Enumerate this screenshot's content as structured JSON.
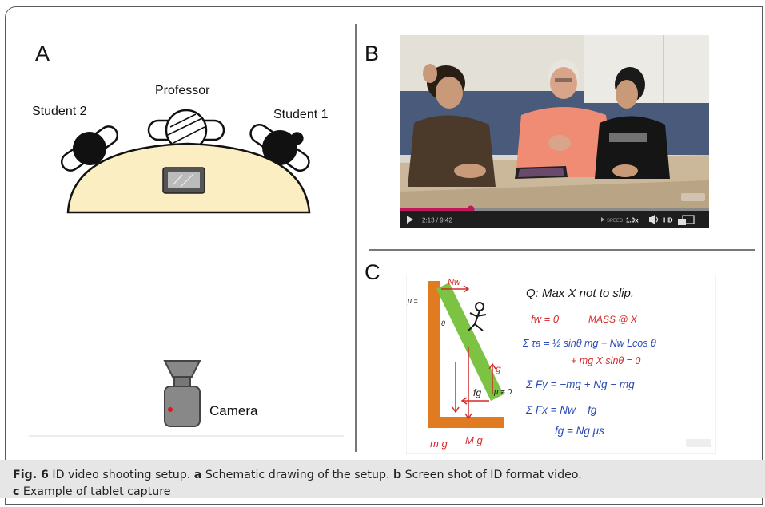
{
  "panels": {
    "a": {
      "label": "A",
      "professor": "Professor",
      "student2": "Student 2",
      "student1": "Student 1",
      "camera": "Camera"
    },
    "b": {
      "label": "B",
      "time": "2:13 / 9:42",
      "speed_label": "SPEED",
      "speed_value": "1.0x",
      "hd": "HD"
    },
    "c": {
      "label": "C",
      "lines": {
        "question": "Q: Max X not to slip.",
        "fw": "fw = 0",
        "mass": "MASS @ X",
        "torque_a": "Σ τa = ½ sinθ mg − Nw Lcos θ",
        "torque_b": "+ mg X sinθ = 0",
        "fy": "Σ Fy = −mg + Ng − mg",
        "fx": "Σ Fx = Nw − fg",
        "fg": "fg = Ng μs",
        "nw": "Nw",
        "mu": "μ ≠ 0",
        "g1": "g",
        "fg_arrow": "fg",
        "mg_left": "m g",
        "mg_mid": "M g",
        "theta": "θ",
        "mu_left": "μ ="
      }
    }
  },
  "caption": {
    "fig_label": "Fig. 6",
    "title": " ID video shooting setup. ",
    "a_label": "a",
    "a_text": " Schematic drawing of the setup. ",
    "b_label": "b",
    "b_text": " Screen shot of ID format video. ",
    "c_label": "c",
    "c_text": " Example of tablet capture"
  },
  "colors": {
    "table": "#faeec2",
    "orange": "#e07b22",
    "green": "#7cc243",
    "ink_black": "#1a1a1a",
    "ink_red": "#d42b2b",
    "ink_blue": "#2a49b8",
    "player_bar": "#1e1e1e",
    "progress": "#c2185b"
  }
}
